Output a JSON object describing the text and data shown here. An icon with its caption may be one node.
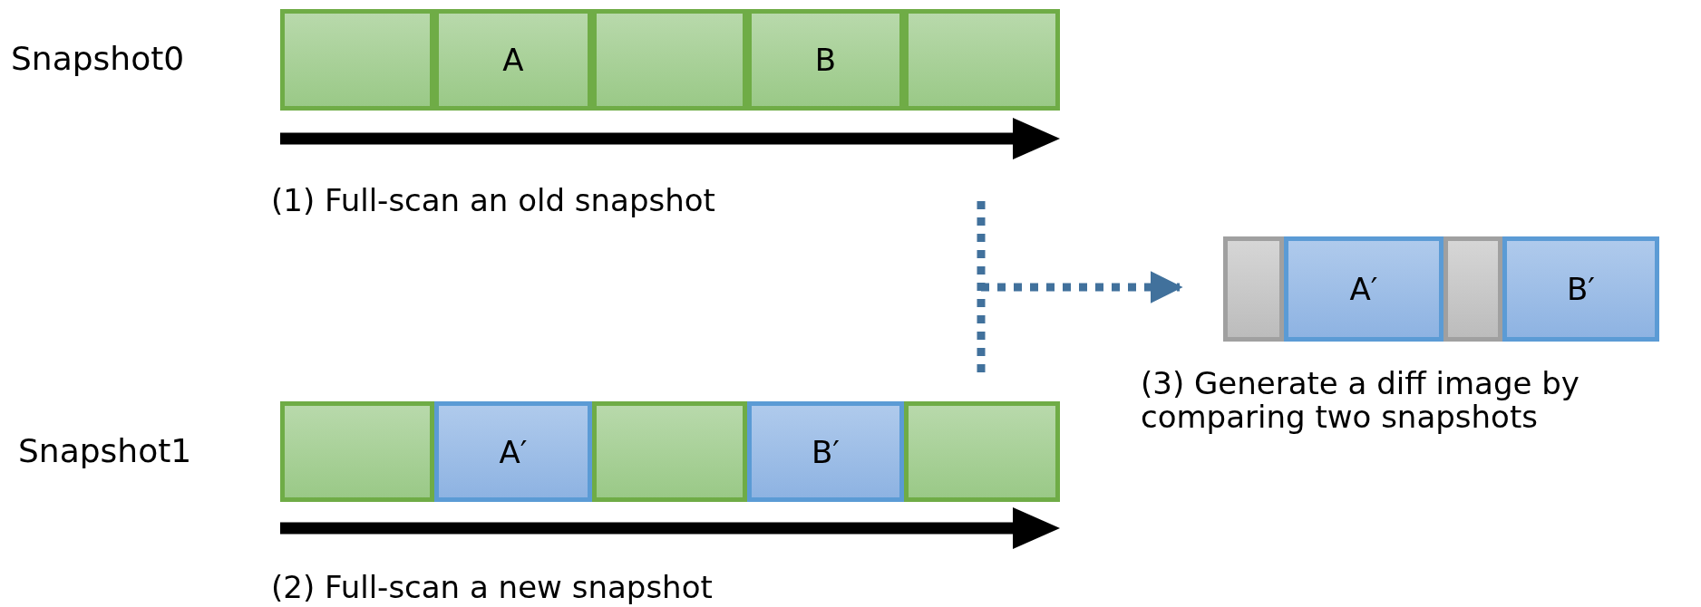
{
  "diagram": {
    "nodes": [
      {
        "text": [
          "Snapshot0"
        ],
        "beside": [
          "(1) Full-scan an old snapshot"
        ]
      },
      {
        "text": [],
        "shape": "box",
        "in": 0
      },
      {
        "text": [
          "A"
        ],
        "in": 0
      },
      {
        "text": [],
        "shape": "box",
        "in": 0
      },
      {
        "text": [
          "B"
        ],
        "in": 0
      },
      {
        "text": [],
        "shape": "box",
        "in": 0
      },
      {
        "text": [
          "Snapshot1"
        ],
        "beside": [
          "(2) Full-scan a new snapshot"
        ]
      },
      {
        "text": [],
        "shape": "box",
        "in": 6
      },
      {
        "text": [
          "A′"
        ],
        "in": 6
      },
      {
        "text": [],
        "shape": "box",
        "in": 6
      },
      {
        "text": [
          "B′"
        ],
        "in": 6
      },
      {
        "text": [],
        "shape": "box",
        "in": 6
      },
      {
        "text": [],
        "shape": "bar",
        "beside": [
          "(3) Generate a diff image by comparing two snapshots"
        ]
      },
      {
        "text": [],
        "shape": "box",
        "in": 12
      },
      {
        "text": [
          "A′"
        ],
        "in": 12
      },
      {
        "text": [],
        "shape": "box",
        "in": 12
      },
      {
        "text": [
          "B′"
        ],
        "in": 12
      }
    ],
    "edges": [
      {
        "from": null,
        "to": 12,
        "arrow": "to",
        "style": "dashed"
      }
    ]
  }
}
